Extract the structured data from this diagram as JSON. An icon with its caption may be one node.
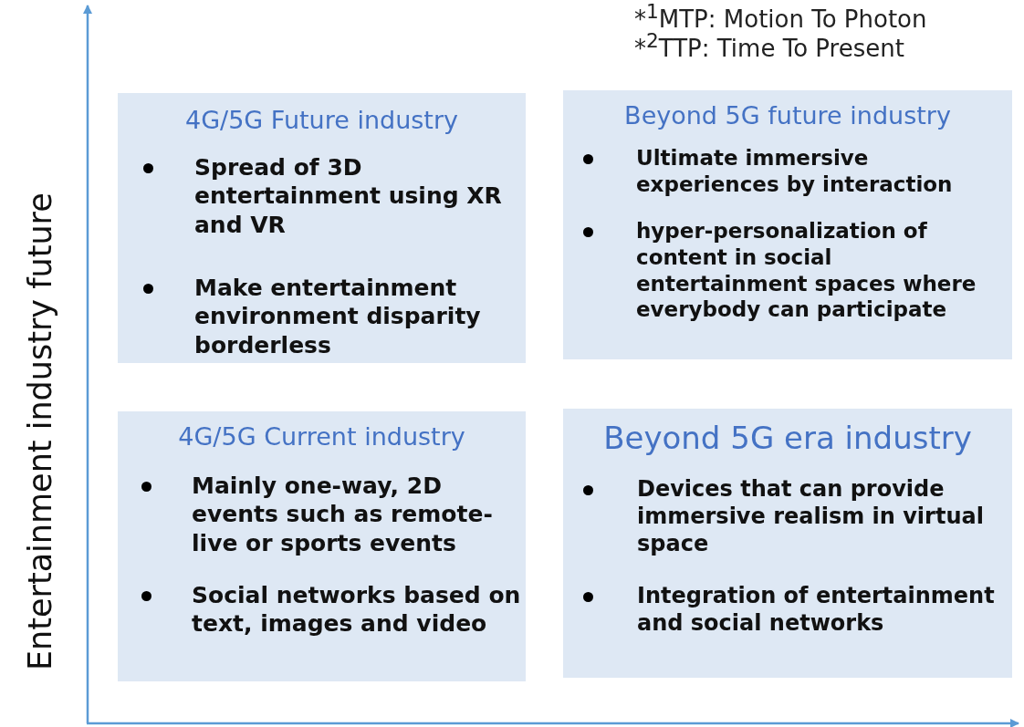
{
  "diagram": {
    "nodes": [
      {
        "text": [
          "4G/5G Future industry",
          "Spread of 3D entertainment using XR and VR",
          "Make entertainment environment disparity borderless"
        ]
      },
      {
        "text": [
          "Beyond 5G future industry",
          "Ultimate immersive experiences by interaction",
          "hyper-personalization of content in social entertainment spaces where everybody can participate"
        ]
      },
      {
        "text": [
          "4G/5G Current industry",
          "Mainly one-way, 2D events such as remote-live or sports events",
          "Social networks based on text, images and video"
        ]
      },
      {
        "text": [
          "Beyond 5G era industry",
          "Devices that can provide immersive realism in virtual space",
          "Integration of entertainment and social networks"
        ]
      }
    ],
    "edges": [],
    "labels": [
      "*$^{1}$MTP: Motion To Photon",
      "*$^{2}$TTP: Time To Present",
      "Entertainment industry future"
    ]
  }
}
